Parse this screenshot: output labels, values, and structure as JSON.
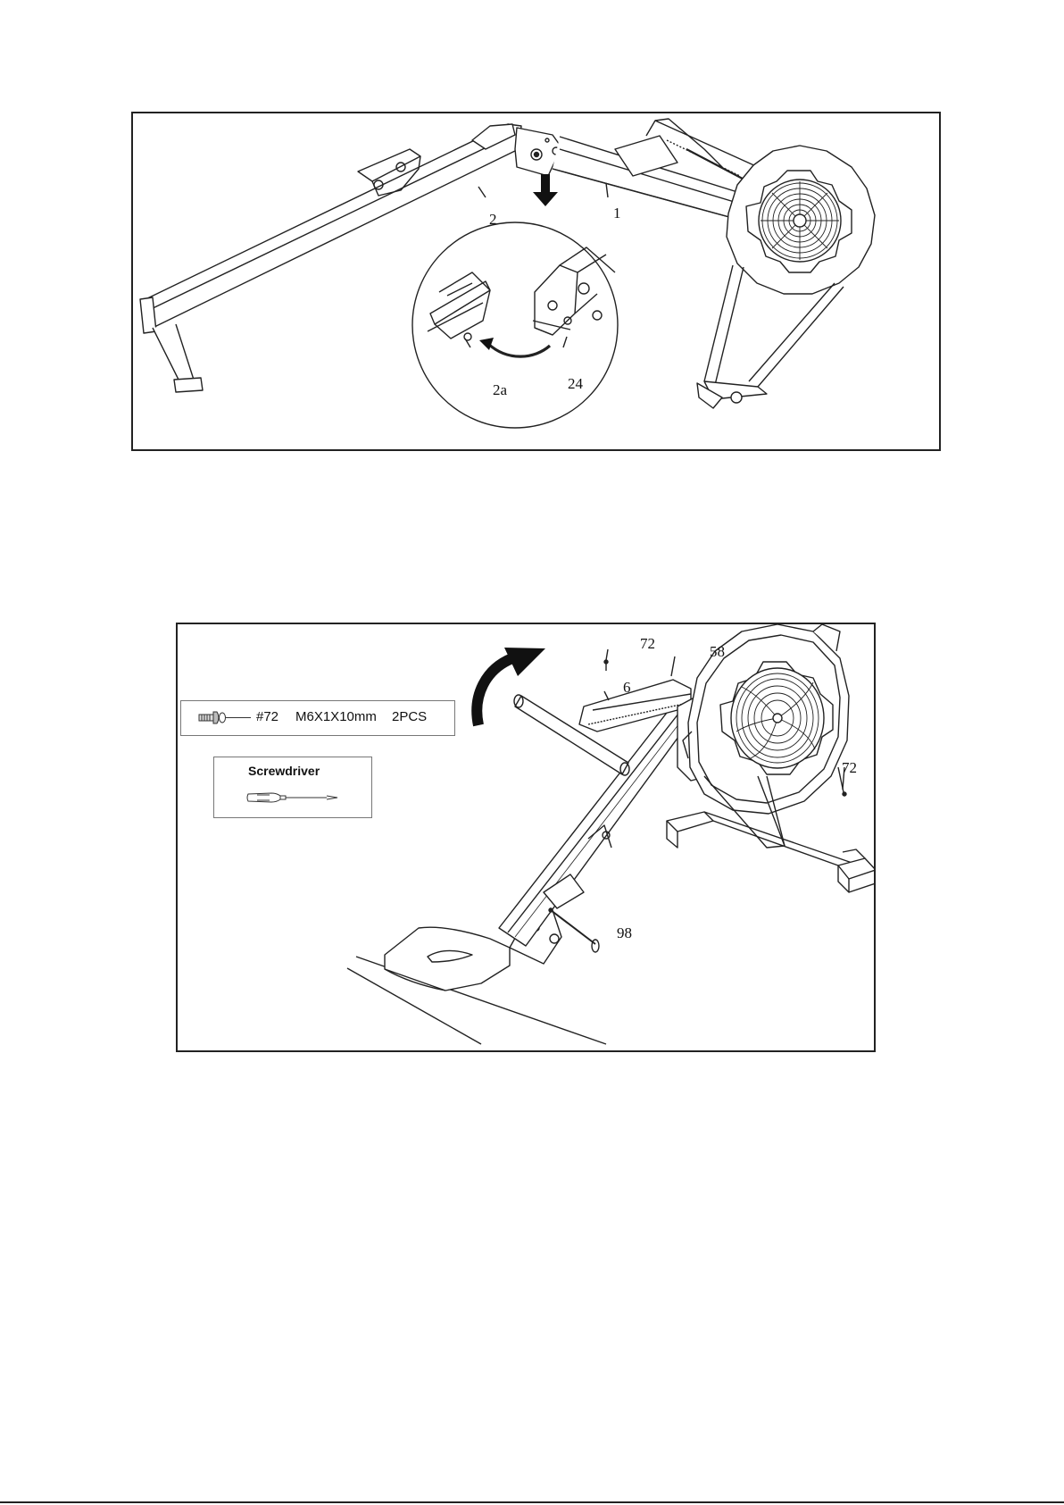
{
  "figure1": {
    "callouts": {
      "part_2": "2",
      "part_1": "1",
      "part_2a": "2a",
      "part_24": "24"
    }
  },
  "figure2": {
    "callouts": {
      "part_72_top": "72",
      "part_58": "58",
      "part_6": "6",
      "part_72_right": "72",
      "part_98": "98"
    },
    "hardware": {
      "part_no": "#72",
      "spec": "M6X1X10mm",
      "qty": "2PCS"
    },
    "tool": {
      "title": "Screwdriver"
    }
  },
  "icons": {
    "down_arrow": "arrow-down-icon",
    "curved_arrow_up": "curved-arrow-up-icon",
    "screw": "screw-icon",
    "screwdriver": "screwdriver-icon"
  }
}
